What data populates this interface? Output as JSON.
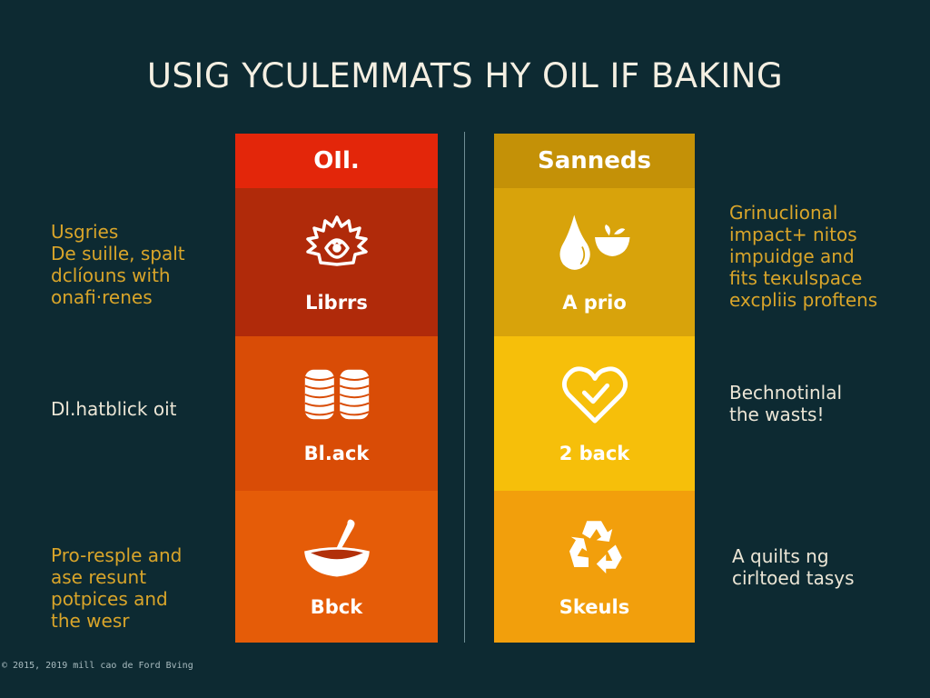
{
  "title": "USIG YCULEMMATS HY OIL IF BAKING",
  "colors": {
    "background": "#0d2a32",
    "title_text": "#f4efe2",
    "side_gold": "#d9a52a",
    "side_cream": "#ece6d6",
    "divider": "#6f8e95"
  },
  "columns": [
    {
      "header": "OIl.",
      "header_color": "#e3260a",
      "rows": [
        {
          "icon": "lotus-icon",
          "label": "Librrs",
          "color": "#b02a0a"
        },
        {
          "icon": "coin-stacks-icon",
          "label": "Bl.ack",
          "color": "#d94c06"
        },
        {
          "icon": "bowl-spoon-icon",
          "label": "Bbck",
          "color": "#e55c08"
        }
      ]
    },
    {
      "header": "Sanneds",
      "header_color": "#c49107",
      "rows": [
        {
          "icon": "oil-drop-bowl-icon",
          "label": "A prio",
          "color": "#d8a30b"
        },
        {
          "icon": "heart-check-icon",
          "label": "2 back",
          "color": "#f6bf0a"
        },
        {
          "icon": "recycle-icon",
          "label": "Skeuls",
          "color": "#f29f0c"
        }
      ]
    }
  ],
  "left_notes": [
    {
      "lines": [
        "Usgries",
        "De suille, spalt",
        "dclíouns with",
        "onafi‧renes"
      ],
      "color": "gold"
    },
    {
      "lines": [
        "Dl.hatblick oit"
      ],
      "color": "cream"
    },
    {
      "lines": [
        "Pro-resple and",
        "ase resunt",
        "potpices and",
        "the wesr"
      ],
      "color": "gold"
    }
  ],
  "right_notes": [
    {
      "lines": [
        "Grinuclional",
        "impact+ nitos",
        "impuidge and",
        "fits teкulspace",
        "excpliis proftens"
      ],
      "color": "gold"
    },
    {
      "lines": [
        "Bechnotinlal",
        "the wasts!"
      ],
      "color": "cream"
    },
    {
      "lines": [
        "A quilts ng",
        "cirltoed tasys"
      ],
      "color": "cream"
    }
  ],
  "footer": "© 2015, 2019 mill cao de Ford Bving"
}
